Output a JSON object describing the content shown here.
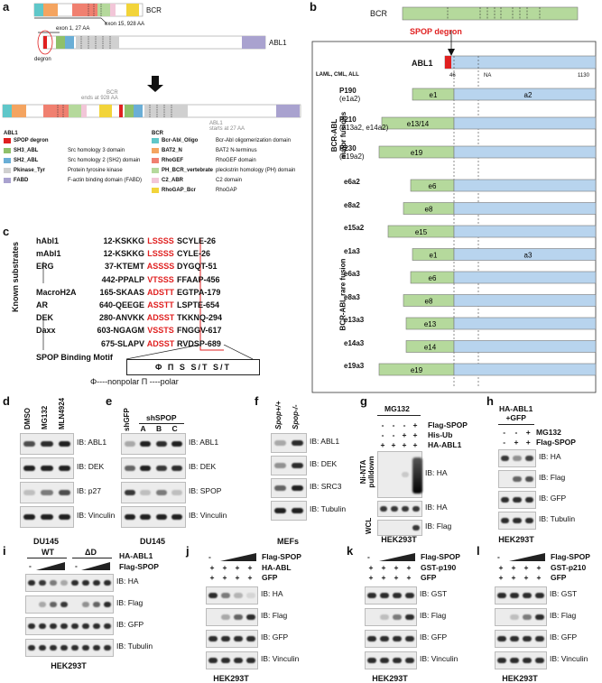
{
  "panels": [
    "a",
    "b",
    "c",
    "d",
    "e",
    "f",
    "g",
    "h",
    "i",
    "j",
    "k",
    "l"
  ],
  "a": {
    "bcr": "BCR",
    "exon15": "exon 15, 928 AA",
    "exon1": "exon 1, 27 AA",
    "abl1": "ABL1",
    "degron": "degron",
    "bcr_ends": "BCR\nends at 928 AA",
    "abl1_starts": "ABL1\nstarts at 27 AA",
    "legend_abl1_title": "ABL1",
    "legend_bcr_title": "BCR",
    "legend_abl1": [
      {
        "name": "SPOP degron",
        "desc": "",
        "color": "#e02020"
      },
      {
        "name": "SH3_ABL",
        "desc": "Src homology 3 domain",
        "color": "#8fc06a"
      },
      {
        "name": "SH2_ABL",
        "desc": "Src homology 2 (SH2) domain",
        "color": "#6aaed6"
      },
      {
        "name": "Pkinase_Tyr",
        "desc": "Protein tyrosine kinase",
        "color": "#d0d0d0"
      },
      {
        "name": "FABD",
        "desc": "F-actin binding domain (FABD)",
        "color": "#a9a2cf"
      }
    ],
    "legend_bcr": [
      {
        "name": "Bcr-Abl_Oligo",
        "desc": "Bcr-Abl oligomerization domain",
        "color": "#5fc7c9"
      },
      {
        "name": "BAT2_N",
        "desc": "BAT2 N-terminus",
        "color": "#f4a460"
      },
      {
        "name": "RhoGEF",
        "desc": "RhoGEF domain",
        "color": "#f08070"
      },
      {
        "name": "PH_BCR_vertebrate",
        "desc": "pleckstrin homology (PH) domain",
        "color": "#b5d99c"
      },
      {
        "name": "C2_ABR",
        "desc": "C2 domain",
        "color": "#f2c6d8"
      },
      {
        "name": "RhoGAP_Bcr",
        "desc": "RhoGAP",
        "color": "#f2d43a"
      }
    ]
  },
  "b": {
    "bcr": "BCR",
    "spop_degron": "SPOP degron",
    "abl1": "ABL1",
    "diseases": "LAML, CML, ALL",
    "pos46": "46",
    "posNA": "NA",
    "pos1130": "1130",
    "major_group": "BCR-ABL\nmajor fusions",
    "rare_group": "BCR-ABL rare fusion",
    "major": [
      {
        "label": "P190",
        "sub": "(e1a2)",
        "bcr": "e1",
        "abl": "a2"
      },
      {
        "label": "P210",
        "sub": "(e13a2, e14a2)",
        "bcr": "e13/14",
        "abl": ""
      },
      {
        "label": "P230",
        "sub": "(e19a2)",
        "bcr": "e19",
        "abl": ""
      }
    ],
    "rare": [
      {
        "label": "e6a2",
        "bcr": "e6",
        "abl": ""
      },
      {
        "label": "e8a2",
        "bcr": "e8",
        "abl": ""
      },
      {
        "label": "e15a2",
        "bcr": "e15",
        "abl": ""
      },
      {
        "label": "e1a3",
        "bcr": "e1",
        "abl": "a3"
      },
      {
        "label": "e6a3",
        "bcr": "e6",
        "abl": ""
      },
      {
        "label": "e8a3",
        "bcr": "e8",
        "abl": ""
      },
      {
        "label": "e13a3",
        "bcr": "e13",
        "abl": ""
      },
      {
        "label": "e14a3",
        "bcr": "e14",
        "abl": ""
      },
      {
        "label": "e19a3",
        "bcr": "e19",
        "abl": ""
      }
    ]
  },
  "c": {
    "known": "Known substrates",
    "rows": [
      {
        "name": "hAbl1",
        "pre": "12-KSKKG",
        "motif": "LSSSS",
        "post": "SCYLE-26"
      },
      {
        "name": "mAbl1",
        "pre": "12-KSKKG",
        "motif": "LSSSS",
        "post": "CYLE-26"
      },
      {
        "name": "ERG",
        "pre": "37-KTEMT",
        "motif": "ASSSS",
        "post": "DYGQT-51"
      },
      {
        "name": "",
        "pre": "442-PPALP",
        "motif": "VTSSS",
        "post": "FFAAP-456"
      },
      {
        "name": "MacroH2A",
        "pre": "165-SKAAS",
        "motif": "ADSTT",
        "post": "EGTPA-179"
      },
      {
        "name": "AR",
        "pre": "640-QEEGE",
        "motif": "ASSTT",
        "post": "LSPTE-654"
      },
      {
        "name": "DEK",
        "pre": "280-ANVKK",
        "motif": "ADSST",
        "post": "TKKNQ-294"
      },
      {
        "name": "Daxx",
        "pre": "603-NGAGM",
        "motif": "VSSTS",
        "post": "FNGGV-617"
      },
      {
        "name": "",
        "pre": "675-SLAPV",
        "motif": "ADSST",
        "post": "RVDSP-689"
      }
    ],
    "motif_title": "SPOP Binding Motif",
    "motif": "Φ  Π  S  S/T  S/T",
    "key": "Φ----nonpolar  Π ----polar"
  },
  "d": {
    "cols": [
      "DMSO",
      "MG132",
      "MLN4924"
    ],
    "ibs": [
      "IB: ABL1",
      "IB: DEK",
      "IB: p27",
      "IB: Vinculin"
    ],
    "cell": "DU145"
  },
  "e": {
    "cols": [
      "shGFP",
      "A",
      "B",
      "C"
    ],
    "group": "shSPOP",
    "ibs": [
      "IB: ABL1",
      "IB: DEK",
      "IB: SPOP",
      "IB: Vinculin"
    ],
    "cell": "DU145"
  },
  "f": {
    "cols": [
      "Spop+/+",
      "Spop-/-"
    ],
    "ibs": [
      "IB: ABL1",
      "IB: DEK",
      "IB: SRC3",
      "IB: Tubulin"
    ],
    "cell": "MEFs"
  },
  "g": {
    "top": "MG132",
    "rows": [
      {
        "name": "Flag-SPOP",
        "v": [
          "-",
          "-",
          "-",
          "+"
        ]
      },
      {
        "name": "His-Ub",
        "v": [
          "-",
          "-",
          "+",
          "+"
        ]
      },
      {
        "name": "HA-ABL1",
        "v": [
          "+",
          "+",
          "+",
          "+"
        ]
      }
    ],
    "side1": "Ni-NTA pulldown",
    "side2": "WCL",
    "ibs": [
      "IB: HA",
      "IB: HA",
      "IB: Flag"
    ],
    "cell": "HEK293T"
  },
  "h": {
    "top": "HA-ABL1\n+GFP",
    "rows": [
      {
        "name": "MG132",
        "v": [
          "-",
          "-",
          "+"
        ]
      },
      {
        "name": "Flag-SPOP",
        "v": [
          "-",
          "+",
          "+"
        ]
      }
    ],
    "ibs": [
      "IB: HA",
      "IB: Flag",
      "IB: GFP",
      "IB: Tubulin"
    ],
    "cell": "HEK293T"
  },
  "i": {
    "wt": "WT",
    "dd": "ΔD",
    "ha": "HA-ABL1",
    "flag": "Flag-SPOP",
    "ibs": [
      "IB: HA",
      "IB: Flag",
      "IB: GFP",
      "IB: Tubulin"
    ],
    "cell": "HEK293T"
  },
  "j": {
    "rows": [
      {
        "name": "Flag-SPOP",
        "v": [
          "-",
          "",
          "",
          ""
        ]
      },
      {
        "name": "HA-ABL",
        "v": [
          "+",
          "+",
          "+",
          "+"
        ]
      },
      {
        "name": "GFP",
        "v": [
          "+",
          "+",
          "+",
          "+"
        ]
      }
    ],
    "ibs": [
      "IB: HA",
      "IB: Flag",
      "IB: GFP",
      "IB: Vinculin"
    ],
    "cell": "HEK293T"
  },
  "k": {
    "rows": [
      {
        "name": "Flag-SPOP",
        "v": [
          "-",
          "",
          "",
          ""
        ]
      },
      {
        "name": "GST-p190",
        "v": [
          "+",
          "+",
          "+",
          "+"
        ]
      },
      {
        "name": "GFP",
        "v": [
          "+",
          "+",
          "+",
          "+"
        ]
      }
    ],
    "ibs": [
      "IB: GST",
      "IB: Flag",
      "IB: GFP",
      "IB: Vinculin"
    ],
    "cell": "HEK293T"
  },
  "l": {
    "rows": [
      {
        "name": "Flag-SPOP",
        "v": [
          "-",
          "",
          "",
          ""
        ]
      },
      {
        "name": "GST-p210",
        "v": [
          "+",
          "+",
          "+",
          "+"
        ]
      },
      {
        "name": "GFP",
        "v": [
          "+",
          "+",
          "+",
          "+"
        ]
      }
    ],
    "ibs": [
      "IB: GST",
      "IB: Flag",
      "IB: GFP",
      "IB: Vinculin"
    ],
    "cell": "HEK293T"
  }
}
